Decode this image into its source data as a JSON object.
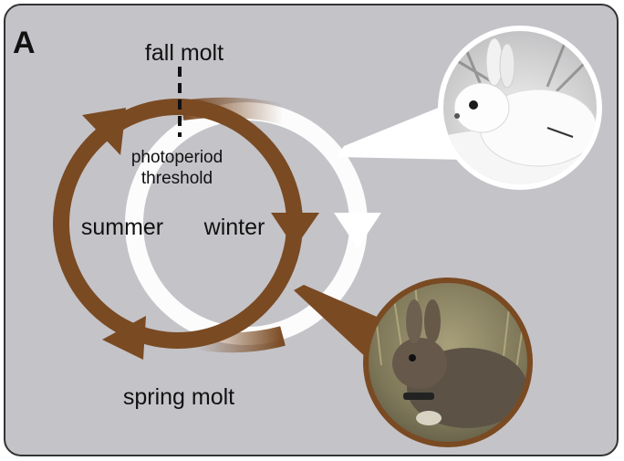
{
  "panel": {
    "letter": "A",
    "background_color": "#c4c3c8",
    "border_color": "#333333"
  },
  "cycle": {
    "brown_color": "#7a4a22",
    "white_color": "#ffffff",
    "labels": {
      "fall_molt": "fall molt",
      "photoperiod": "photoperiod",
      "threshold": "threshold",
      "summer": "summer",
      "winter": "winter",
      "spring_molt": "spring molt"
    }
  },
  "photos": {
    "winter_hare": {
      "coat": "white",
      "frame_color": "#ffffff"
    },
    "summer_hare": {
      "coat": "brown",
      "frame_color": "#7a4a22"
    }
  }
}
